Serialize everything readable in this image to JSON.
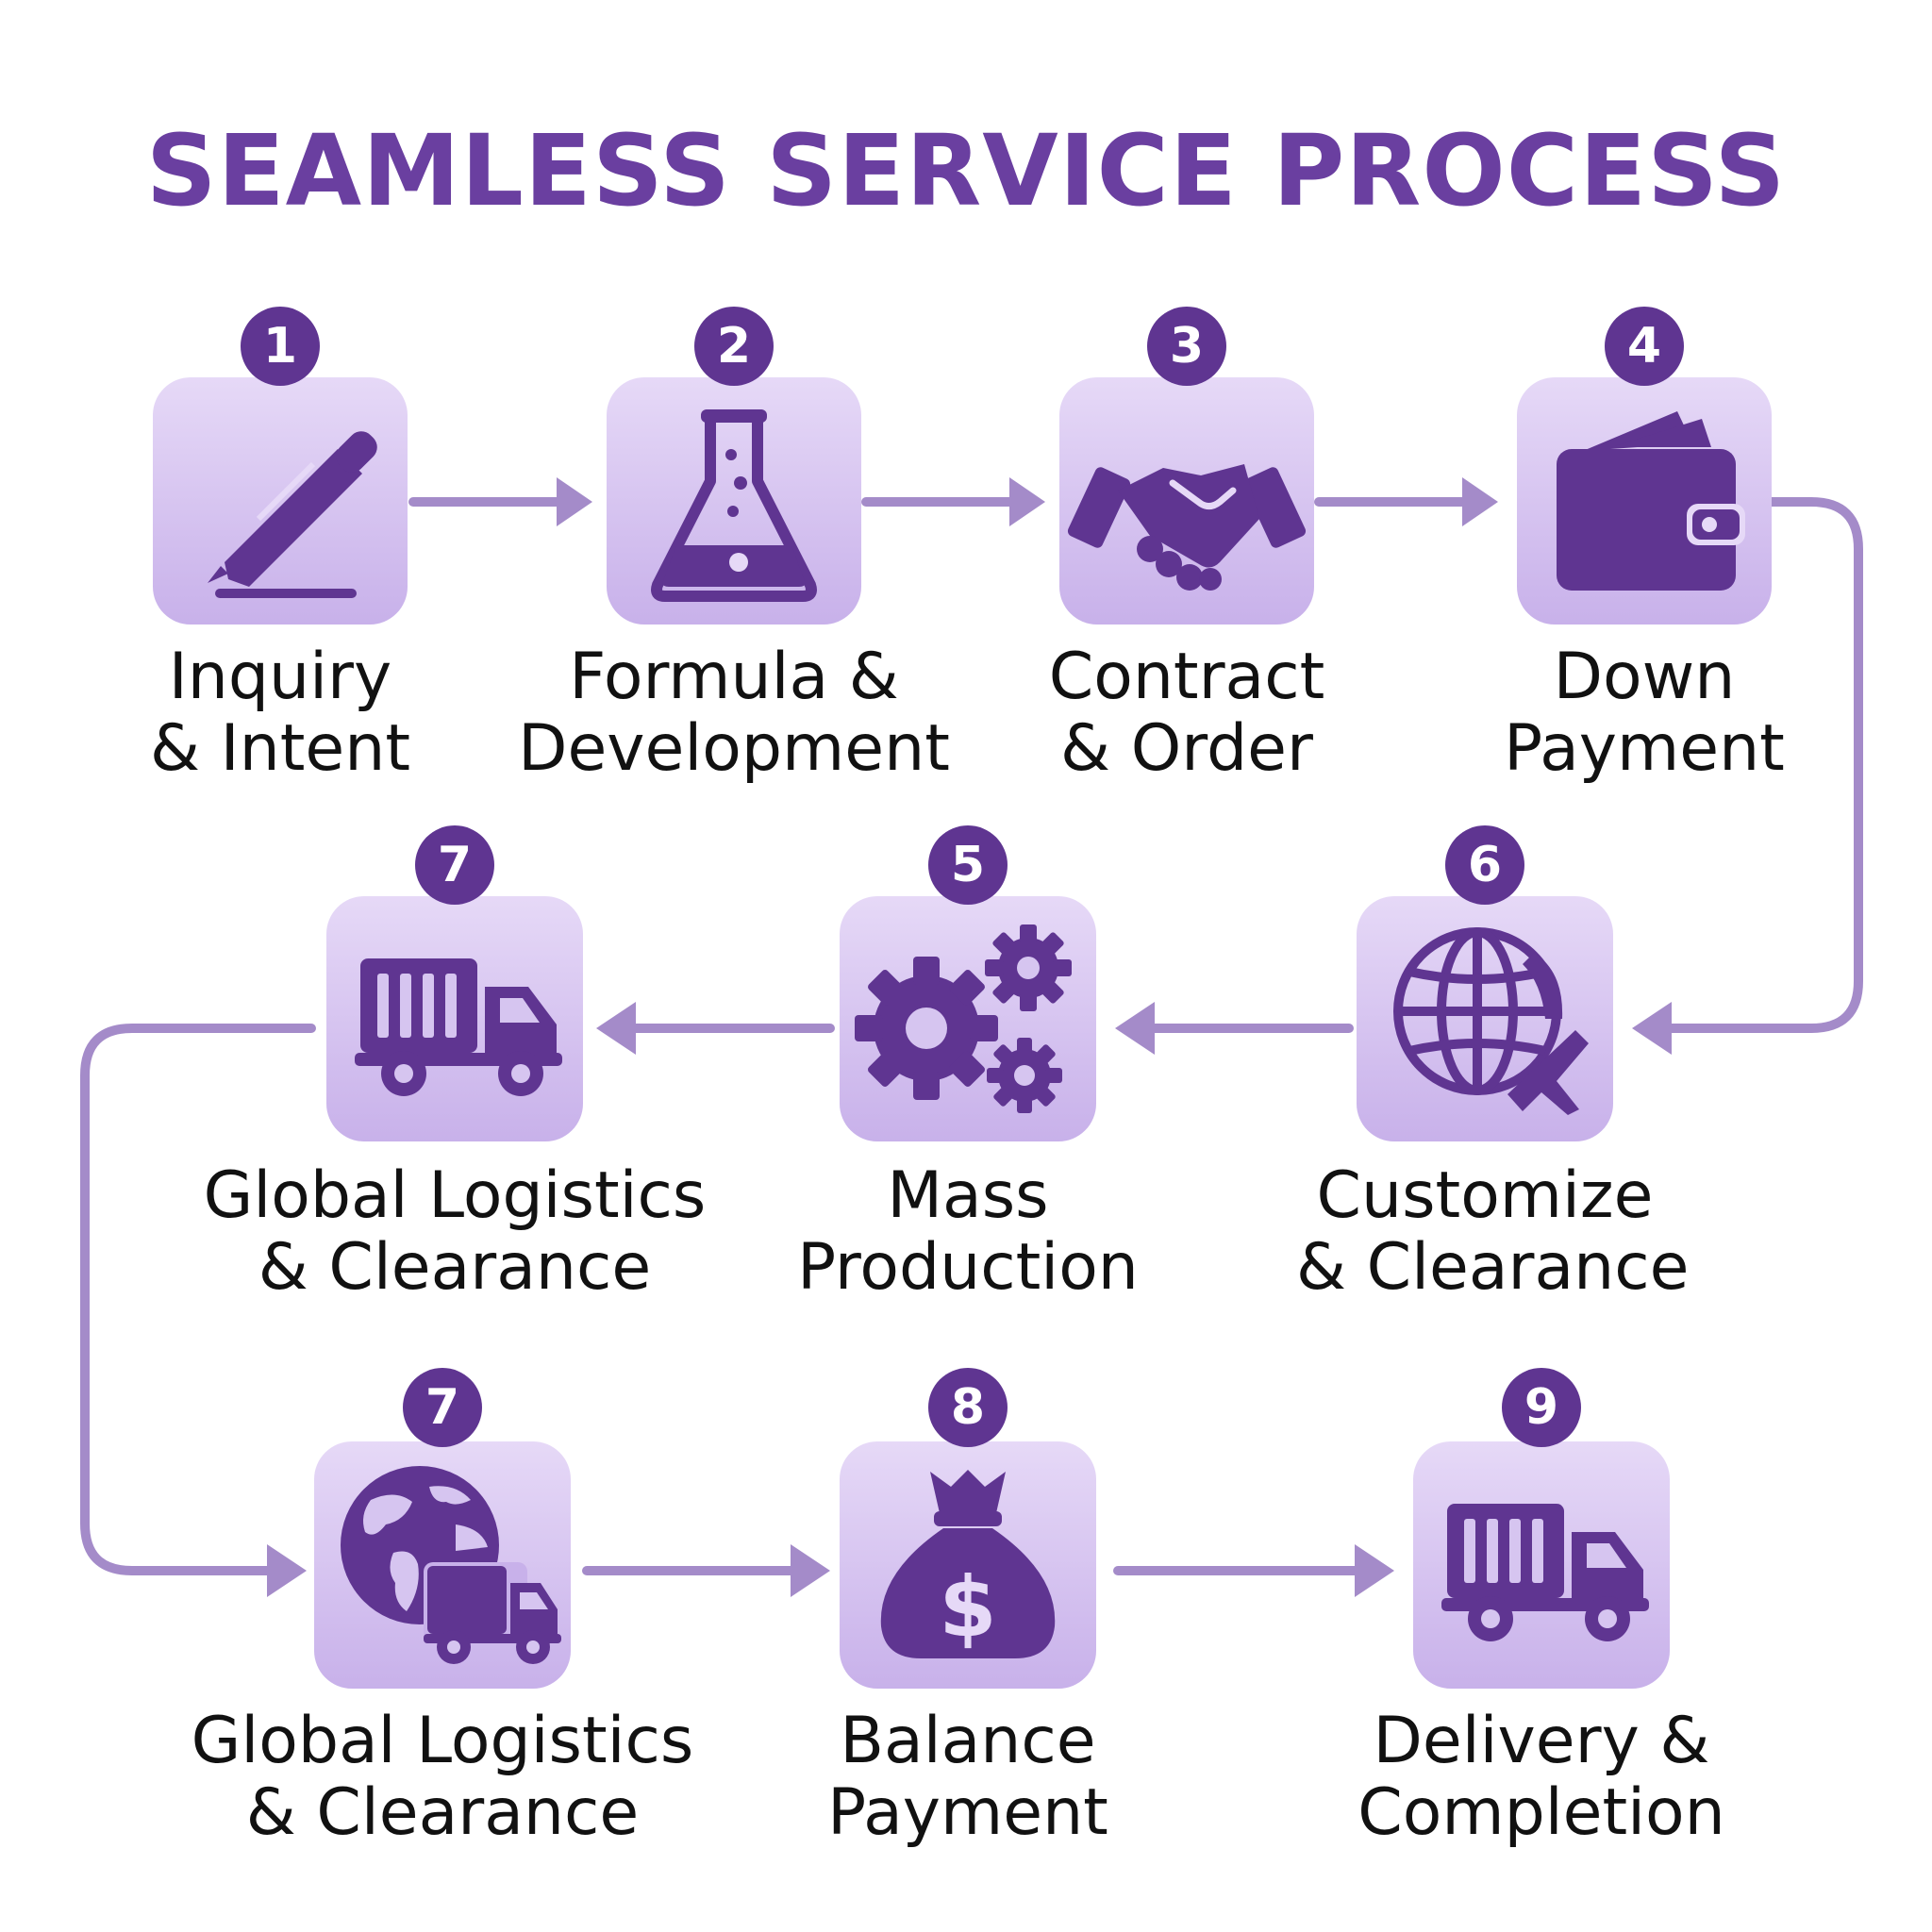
{
  "title": "SEAMLESS SERVICE PROCESS",
  "colors": {
    "accent": "#5f3591",
    "tile_top": "#e6d9f7",
    "tile_bottom": "#c8b1ea",
    "connector": "#a48bc9",
    "title": "#6a3fa0"
  },
  "steps": [
    {
      "number": "1",
      "line1": "Inquiry",
      "line2": "& Intent",
      "icon": "pen-icon"
    },
    {
      "number": "2",
      "line1": "Formula &",
      "line2": "Development",
      "icon": "flask-icon"
    },
    {
      "number": "3",
      "line1": "Contract",
      "line2": "& Order",
      "icon": "handshake-icon"
    },
    {
      "number": "4",
      "line1": "Down",
      "line2": "Payment",
      "icon": "wallet-icon"
    },
    {
      "number": "5",
      "line1": "Mass",
      "line2": "Production",
      "icon": "gears-icon"
    },
    {
      "number": "6",
      "line1": "Customize",
      "line2": "& Clearance",
      "icon": "globe-plane-icon"
    },
    {
      "number": "7",
      "line1": "Global Logistics",
      "line2": "& Clearance",
      "icon": "truck-icon"
    },
    {
      "number": "7",
      "line1": "Global Logistics",
      "line2": "& Clearance",
      "icon": "globe-truck-icon"
    },
    {
      "number": "8",
      "line1": "Balance",
      "line2": "Payment",
      "icon": "money-bag-icon"
    },
    {
      "number": "9",
      "line1": "Delivery &",
      "line2": "Completion",
      "icon": "truck-icon"
    }
  ]
}
